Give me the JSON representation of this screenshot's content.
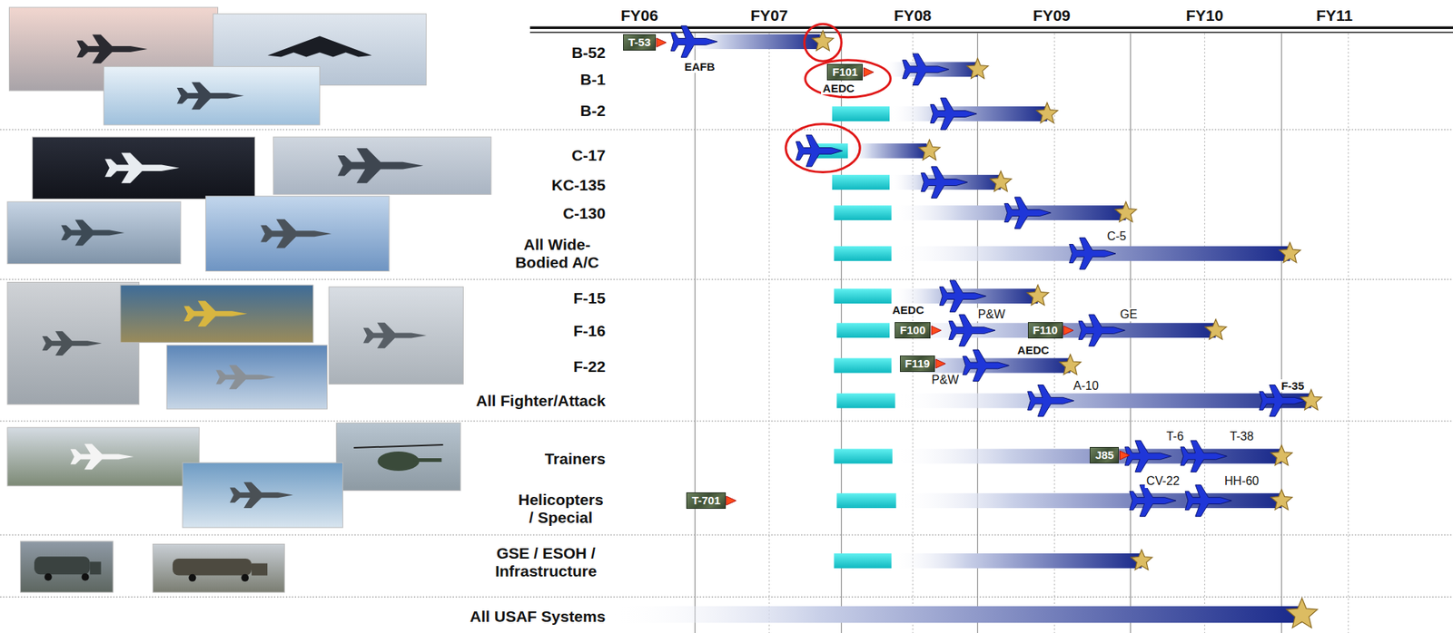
{
  "diagram": {
    "nodes": [
      {
        "text": [
          "T-53"
        ]
      },
      {
        "text": [
          "F101"
        ]
      },
      {
        "text": [
          "F100"
        ]
      },
      {
        "text": [
          "F110"
        ]
      },
      {
        "text": [
          "F119"
        ]
      },
      {
        "text": [
          "J85"
        ]
      },
      {
        "text": [
          "T-701"
        ]
      }
    ],
    "labels": [
      "FY06",
      "FY07",
      "FY08",
      "FY09",
      "FY10",
      "FY11",
      "B-52",
      "EAFB",
      "B-1",
      "AEDC",
      "B-2",
      "C-17",
      "KC-135",
      "C-130",
      "C-5",
      "All Wide-Bodied A/C",
      "F-15",
      "AEDC",
      "P&W",
      "GE",
      "F-16",
      "AEDC",
      "F-22",
      "P&W",
      "A-10",
      "F-35",
      "All Fighter/Attack",
      "T-6",
      "T-38",
      "Trainers",
      "CV-22",
      "HH-60",
      "Helicopters / Special",
      "GSE / ESOH / Infrastructure",
      "All USAF Systems"
    ]
  }
}
